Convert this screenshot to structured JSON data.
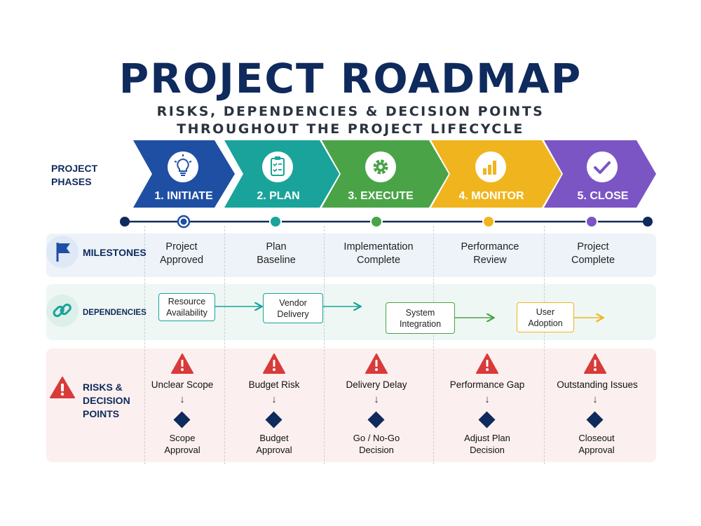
{
  "header": {
    "title": "PROJECT ROADMAP",
    "subtitle_line1": "RISKS, DEPENDENCIES & DECISION POINTS",
    "subtitle_line2": "THROUGHOUT THE PROJECT LIFECYCLE"
  },
  "row_labels": {
    "phases_line1": "PROJECT",
    "phases_line2": "PHASES",
    "milestones": "MILESTONES",
    "dependencies": "DEPENDENCIES",
    "risks_line1": "RISKS &",
    "risks_line2": "DECISION",
    "risks_line3": "POINTS"
  },
  "phases": [
    {
      "label": "1. INITIATE",
      "icon": "lightbulb-icon",
      "color": "#1f4fa3"
    },
    {
      "label": "2. PLAN",
      "icon": "clipboard-checklist-icon",
      "color": "#1aa39a"
    },
    {
      "label": "3. EXECUTE",
      "icon": "gear-icon",
      "color": "#4aa447"
    },
    {
      "label": "4. MONITOR",
      "icon": "bar-chart-icon",
      "color": "#f0b51e"
    },
    {
      "label": "5. CLOSE",
      "icon": "checkmark-icon",
      "color": "#7c55c4"
    }
  ],
  "milestones": [
    {
      "line1": "Project",
      "line2": "Approved"
    },
    {
      "line1": "Plan",
      "line2": "Baseline"
    },
    {
      "line1": "Implementation",
      "line2": "Complete"
    },
    {
      "line1": "Performance",
      "line2": "Review"
    },
    {
      "line1": "Project",
      "line2": "Complete"
    }
  ],
  "dependencies": [
    {
      "line1": "Resource",
      "line2": "Availability",
      "color": "#1aa39a"
    },
    {
      "line1": "Vendor",
      "line2": "Delivery",
      "color": "#1aa39a"
    },
    {
      "line1": "System",
      "line2": "Integration",
      "color": "#4aa447"
    },
    {
      "line1": "User",
      "line2": "Adoption",
      "color": "#f0b51e"
    }
  ],
  "risks": [
    {
      "risk": "Unclear Scope",
      "decision_line1": "Scope",
      "decision_line2": "Approval"
    },
    {
      "risk": "Budget Risk",
      "decision_line1": "Budget",
      "decision_line2": "Approval"
    },
    {
      "risk": "Delivery Delay",
      "decision_line1": "Go / No-Go",
      "decision_line2": "Decision"
    },
    {
      "risk": "Performance Gap",
      "decision_line1": "Adjust Plan",
      "decision_line2": "Decision"
    },
    {
      "risk": "Outstanding Issues",
      "decision_line1": "Closeout",
      "decision_line2": "Approval"
    }
  ],
  "arrow_glyph": "↓",
  "colors": {
    "navy": "#0f2a5c",
    "warning_red": "#d93a3a"
  }
}
